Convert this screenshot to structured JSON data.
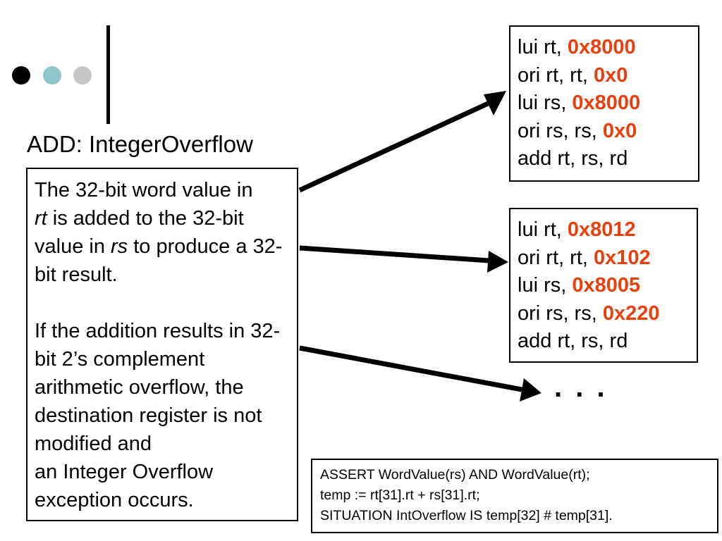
{
  "slide": {
    "title": "ADD: IntegerOverflow",
    "colors": {
      "dot_primary": "#000000",
      "dot_secondary": "#8ec6cb",
      "dot_tertiary": "#c8c8c8",
      "hex_accent": "#e8400c"
    },
    "description": {
      "p1": {
        "t1": "The 32-bit word value in",
        "rt": "rt",
        "t2": " is added to the 32-bit value in ",
        "rs": "rs",
        "t3": " to produce a 32-bit result."
      },
      "p2": {
        "t1": "If the addition results in 32-bit 2’s complement arithmetic overflow, the destination register is not modified and",
        "t2": "an Integer Overflow exception occurs."
      }
    },
    "code_block_1": [
      {
        "pre": "lui rt, ",
        "hex": "0x8000"
      },
      {
        "pre": "ori rt, rt, ",
        "hex": "0x0"
      },
      {
        "pre": "lui rs, ",
        "hex": "0x8000"
      },
      {
        "pre": "ori rs, rs, ",
        "hex": "0x0"
      },
      {
        "pre": "add rt, rs, rd",
        "hex": ""
      }
    ],
    "code_block_2": [
      {
        "pre": "lui rt, ",
        "hex": "0x8012"
      },
      {
        "pre": "ori rt, rt, ",
        "hex": "0x102"
      },
      {
        "pre": "lui rs, ",
        "hex": "0x8005"
      },
      {
        "pre": "ori rs, rs, ",
        "hex": "0x220"
      },
      {
        "pre": "add rt, rs, rd",
        "hex": ""
      }
    ],
    "ellipsis": ". . .",
    "spec": {
      "line1": "ASSERT WordValue(rs) AND WordValue(rt);",
      "line2": "temp := rt[31].rt + rs[31].rt;",
      "line3": "SITUATION IntOverflow IS temp[32] # temp[31]."
    }
  }
}
